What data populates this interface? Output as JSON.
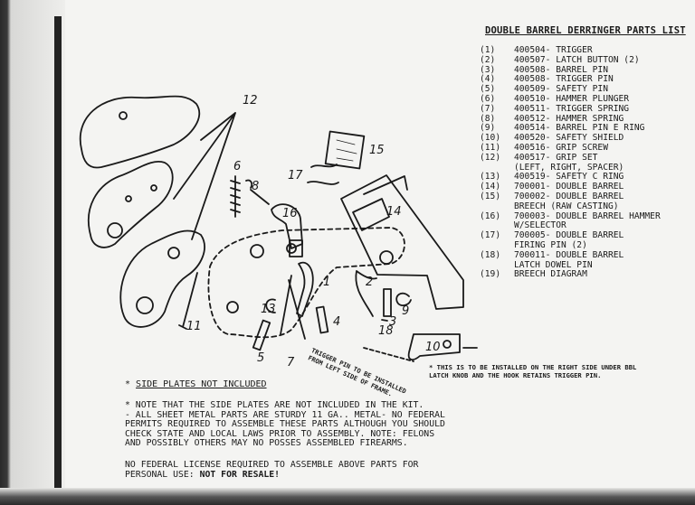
{
  "title": "DOUBLE BARREL DERRINGER PARTS LIST",
  "parts": [
    {
      "num": "(1)",
      "text": "400504- TRIGGER"
    },
    {
      "num": "(2)",
      "text": "400507- LATCH BUTTON (2)"
    },
    {
      "num": "(3)",
      "text": "400508- BARREL PIN"
    },
    {
      "num": "(4)",
      "text": "400508- TRIGGER PIN"
    },
    {
      "num": "(5)",
      "text": "400509- SAFETY PIN"
    },
    {
      "num": "(6)",
      "text": "400510- HAMMER PLUNGER"
    },
    {
      "num": "(7)",
      "text": "400511- TRIGGER SPRING"
    },
    {
      "num": "(8)",
      "text": "400512- HAMMER SPRING"
    },
    {
      "num": "(9)",
      "text": "400514- BARREL PIN E RING"
    },
    {
      "num": "(10)",
      "text": "400520- SAFETY SHIELD"
    },
    {
      "num": "(11)",
      "text": "400516- GRIP SCREW"
    },
    {
      "num": "(12)",
      "text": "400517- GRIP SET",
      "cont": "(LEFT, RIGHT, SPACER)"
    },
    {
      "num": "(13)",
      "text": "400519- SAFETY C RING"
    },
    {
      "num": "(14)",
      "text": "700001- DOUBLE BARREL"
    },
    {
      "num": "(15)",
      "text": "700002- DOUBLE BARREL",
      "cont": "BREECH (RAW CASTING)"
    },
    {
      "num": "(16)",
      "text": "700003- DOUBLE BARREL HAMMER",
      "cont": "W/SELECTOR"
    },
    {
      "num": "(17)",
      "text": "700005- DOUBLE BARREL",
      "cont": "FIRING PIN (2)"
    },
    {
      "num": "(18)",
      "text": "700011- DOUBLE BARREL",
      "cont": "LATCH DOWEL PIN"
    },
    {
      "num": "(19)",
      "text": "BREECH DIAGRAM"
    }
  ],
  "diagram": {
    "labels": [
      "12",
      "6",
      "8",
      "15",
      "17",
      "14",
      "16",
      "1",
      "2",
      "13",
      "11",
      "5",
      "7",
      "4",
      "3",
      "9",
      "18",
      "10"
    ]
  },
  "notes": {
    "trigger_pin_line1": "TRIGGER PIN TO BE INSTALLED",
    "trigger_pin_line2": "FROM LEFT SIDE OF FRAME.",
    "install_line1": "* THIS IS TO BE INSTALLED ON THE RIGHT SIDE UNDER BBL",
    "install_line2": "LATCH KNOB AND THE HOOK RETAINS TRIGGER PIN.",
    "side_plates": "SIDE PLATES NOT INCLUDED",
    "body": [
      "* NOTE THAT THE SIDE PLATES ARE NOT INCLUDED IN THE KIT.",
      "- ALL SHEET METAL PARTS ARE STURDY 11 GA.. METAL- NO FEDERAL",
      "PERMITS REQUIRED TO ASSEMBLE THESE PARTS ALTHOUGH YOU SHOULD",
      "CHECK STATE AND LOCAL LAWS PRIOR TO ASSEMBLY.  NOTE: FELONS",
      "AND POSSIBLY OTHERS MAY NO POSSES ASSEMBLED FIREARMS."
    ],
    "license_line1": "NO FEDERAL LICENSE REQUIRED TO ASSEMBLE ABOVE PARTS FOR",
    "license_line2_a": "PERSONAL USE:",
    "license_line2_b": "NOT FOR RESALE!"
  }
}
